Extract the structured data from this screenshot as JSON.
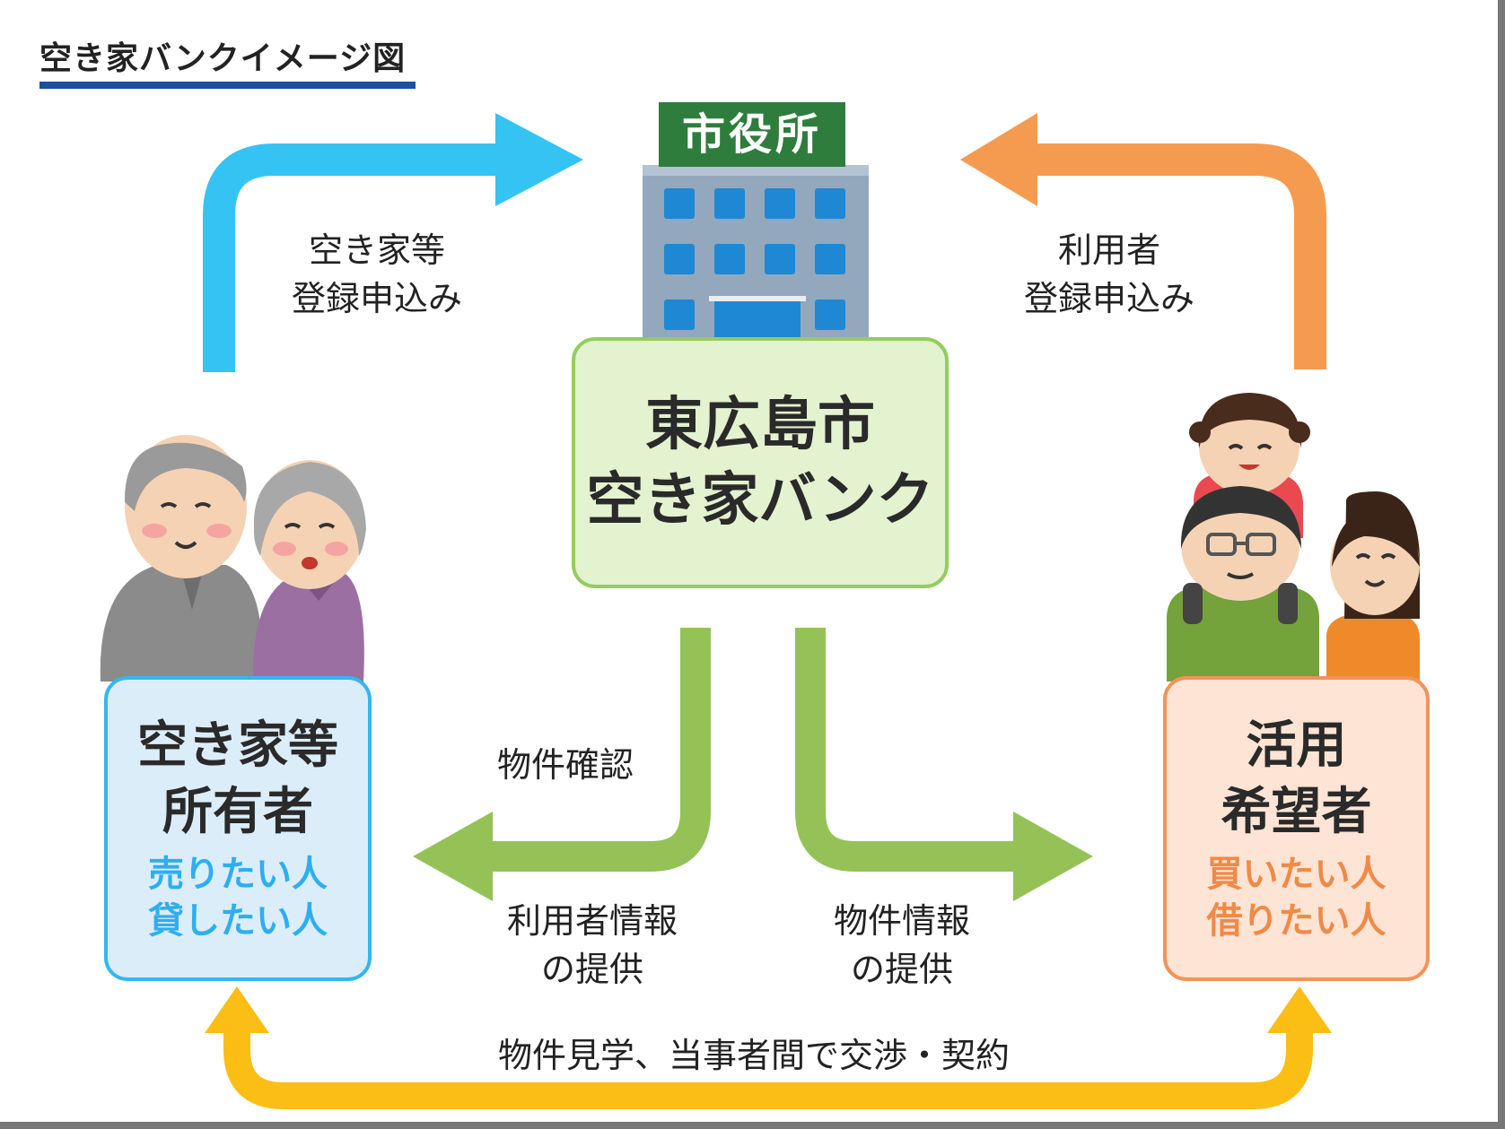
{
  "title": "空き家バンクイメージ図",
  "city_hall": {
    "sign": "市役所"
  },
  "center": {
    "line1": "東広島市",
    "line2": "空き家バンク"
  },
  "owner": {
    "title1": "空き家等",
    "title2": "所有者",
    "sub1": "売りたい人",
    "sub2": "貸したい人"
  },
  "user": {
    "title1": "活用",
    "title2": "希望者",
    "sub1": "買いたい人",
    "sub2": "借りたい人"
  },
  "flows": {
    "owner_register": {
      "line1": "空き家等",
      "line2": "登録申込み"
    },
    "user_register": {
      "line1": "利用者",
      "line2": "登録申込み"
    },
    "property_check": "物件確認",
    "user_info": {
      "line1": "利用者情報",
      "line2": "の提供"
    },
    "property_info": {
      "line1": "物件情報",
      "line2": "の提供"
    },
    "negotiation": "物件見学、当事者間で交渉・契約"
  },
  "colors": {
    "owner_arrow": "#35c3f4",
    "user_arrow": "#f59b50",
    "info_arrow": "#95c257",
    "negotiation_arrow": "#fbbe15",
    "title_underline": "#1c4fa0"
  },
  "icons": [
    "elderly-couple-icon",
    "family-icon",
    "city-hall-building-icon"
  ]
}
